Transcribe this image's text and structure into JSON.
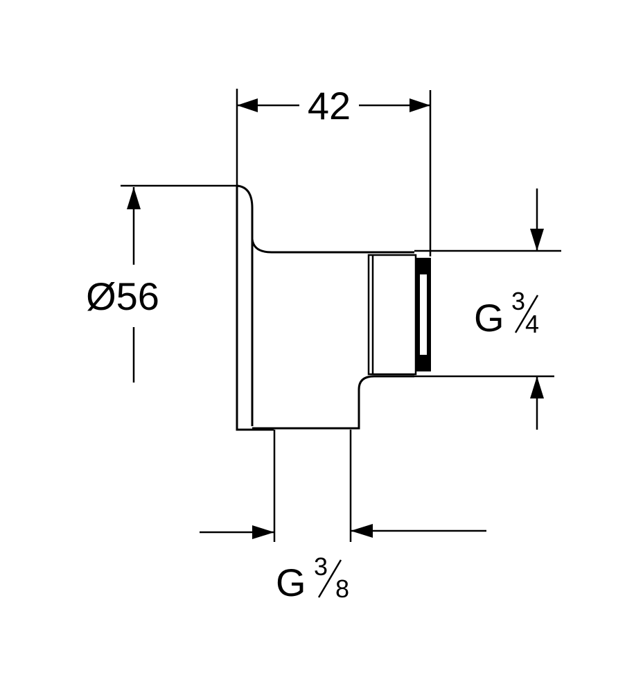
{
  "dimensions": {
    "width_label": "42",
    "diameter_label": "Ø56",
    "outlet_thread": {
      "letter": "G",
      "numerator": "3",
      "denominator": "4"
    },
    "inlet_thread": {
      "letter": "G",
      "numerator": "3",
      "denominator": "8"
    }
  },
  "colors": {
    "line": "#000000",
    "background": "#ffffff"
  }
}
